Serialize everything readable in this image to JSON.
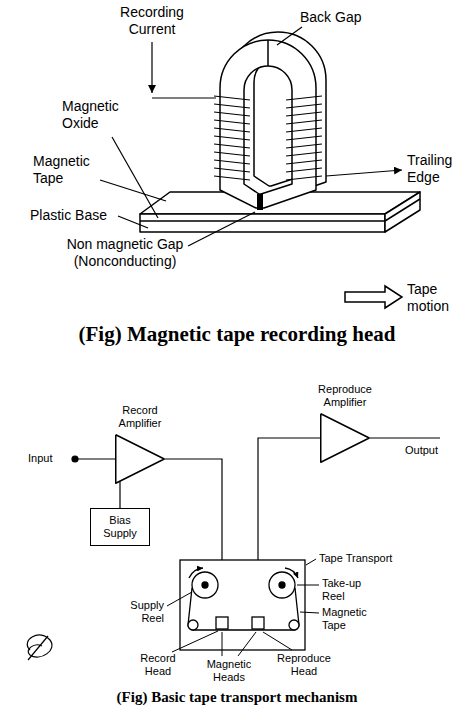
{
  "diagram": {
    "caption": "(Fig) Basic tape transport mechanism",
    "nodes": [
      {
        "text": [
          "Record Amplifier"
        ]
      },
      {
        "text": [
          "Bias Supply"
        ]
      },
      {
        "text": [
          "Reproduce Amplifier"
        ]
      }
    ],
    "edges": [
      {
        "from": 1,
        "to": 0,
        "arrow": "none"
      }
    ],
    "labels": [
      "(Fig) Magnetic tape recording head",
      "Recording Current",
      "Back Gap",
      "Magnetic Oxide",
      "Magnetic Tape",
      "Trailing Edge",
      "Plastic Base",
      "Non magnetic Gap (Nonconducting)",
      "Tape motion",
      "Input",
      "Output",
      "Tape Transport",
      "Supply Reel",
      "Take-up Reel",
      "Magnetic Tape",
      "Record Head",
      "Magnetic Heads",
      "Reproduce Head"
    ]
  }
}
